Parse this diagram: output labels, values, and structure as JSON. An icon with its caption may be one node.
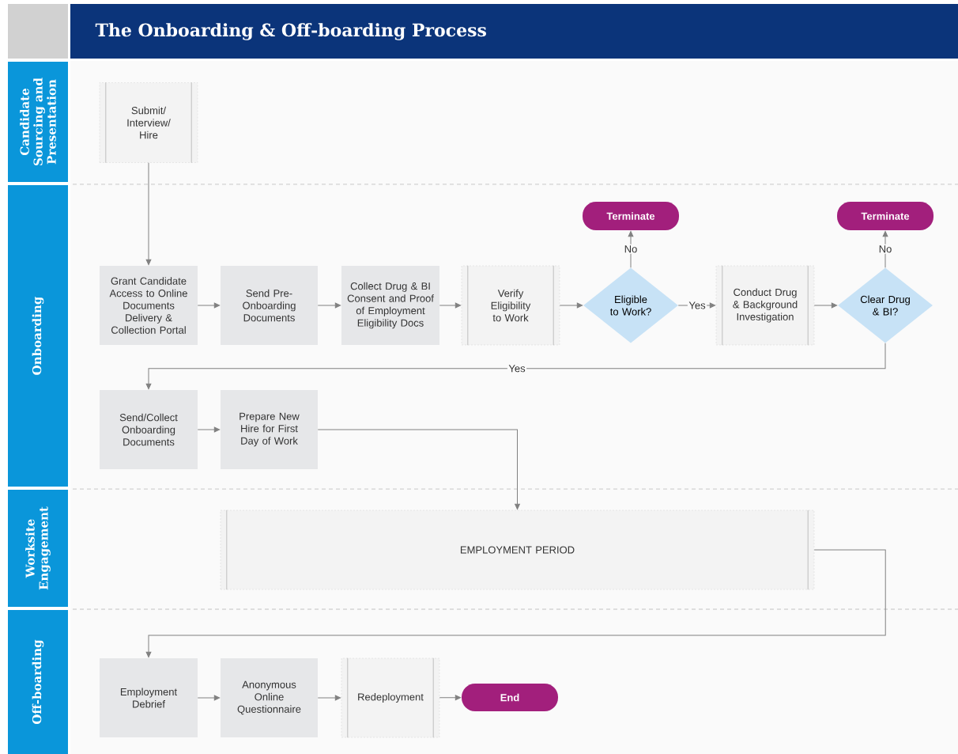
{
  "diagram": {
    "title": "The Onboarding & Off-boarding Process",
    "nodes": [
      {
        "text": [
          "Candidate Sourcing and Presentation"
        ]
      },
      {
        "text": [
          "Onboarding"
        ]
      },
      {
        "text": [
          "Worksite Engagement"
        ]
      },
      {
        "text": [
          "Off-boarding"
        ]
      },
      {
        "text": [
          "Submit/ Interview/ Hire"
        ]
      },
      {
        "text": [
          "Grant Candidate Access to Online Documents Delivery & Collection Portal"
        ]
      },
      {
        "text": [
          "Send Pre-Onboarding Documents"
        ]
      },
      {
        "text": [
          "Collect Drug & BI Consent and Proof of Employment Eligibility Docs"
        ]
      },
      {
        "text": [
          "Verify Eligibility to Work"
        ]
      },
      {
        "text": [
          "Eligible to Work?"
        ]
      },
      {
        "text": [
          "Terminate"
        ]
      },
      {
        "text": [
          "Conduct Drug & Background Investigation"
        ]
      },
      {
        "text": [
          "Clear Drug & BI?"
        ]
      },
      {
        "text": [
          "Terminate"
        ]
      },
      {
        "text": [
          "Send/Collect Onboarding Documents"
        ]
      },
      {
        "text": [
          "Prepare New Hire for First Day of Work"
        ]
      },
      {
        "text": [
          "EMPLOYMENT PERIOD"
        ]
      },
      {
        "text": [
          "Employment Debrief"
        ]
      },
      {
        "text": [
          "Anonymous Online Questionnaire"
        ]
      },
      {
        "text": [
          "Redeployment"
        ]
      },
      {
        "text": [
          "End"
        ]
      }
    ],
    "edges": [
      {
        "from": 4,
        "to": 5,
        "arrow": "to"
      },
      {
        "from": 5,
        "to": 6,
        "arrow": "to"
      },
      {
        "from": 6,
        "to": 7,
        "arrow": "to"
      },
      {
        "from": 7,
        "to": 8,
        "arrow": "to"
      },
      {
        "from": 8,
        "to": 9,
        "arrow": "to"
      },
      {
        "from": 9,
        "to": 10,
        "arrow": "to",
        "label": "No"
      },
      {
        "from": 9,
        "to": 11,
        "arrow": "to",
        "label": "Yes"
      },
      {
        "from": 11,
        "to": 12,
        "arrow": "to"
      },
      {
        "from": 12,
        "to": 13,
        "arrow": "to",
        "label": "No"
      },
      {
        "from": 12,
        "to": 14,
        "arrow": "to",
        "label": "Yes"
      },
      {
        "from": 14,
        "to": 15,
        "arrow": "to"
      },
      {
        "from": 15,
        "to": 16,
        "arrow": "to"
      },
      {
        "from": 16,
        "to": 17,
        "arrow": "to"
      },
      {
        "from": 17,
        "to": 18,
        "arrow": "to"
      },
      {
        "from": 18,
        "to": 19,
        "arrow": "to"
      },
      {
        "from": 19,
        "to": 20,
        "arrow": "to"
      }
    ]
  }
}
